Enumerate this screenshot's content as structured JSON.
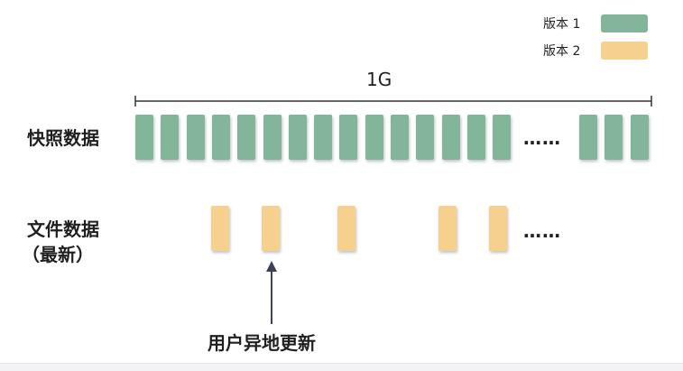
{
  "legend": {
    "items": [
      {
        "label": "版本 1",
        "color": "#82b59a"
      },
      {
        "label": "版本 2",
        "color": "#f5d08e"
      }
    ]
  },
  "size_label": "1G",
  "rows": {
    "snapshot": {
      "label": "快照数据",
      "ellipsis": "……",
      "block_color": "#82b59a",
      "left_block_count": 15,
      "right_block_count": 3
    },
    "file": {
      "label_line1": "文件数据",
      "label_line2": "（最新）",
      "ellipsis": "……",
      "block_color": "#f5d08e",
      "block_count": 5
    }
  },
  "annotation": {
    "text": "用户异地更新",
    "arrow_color": "#3d4257"
  }
}
